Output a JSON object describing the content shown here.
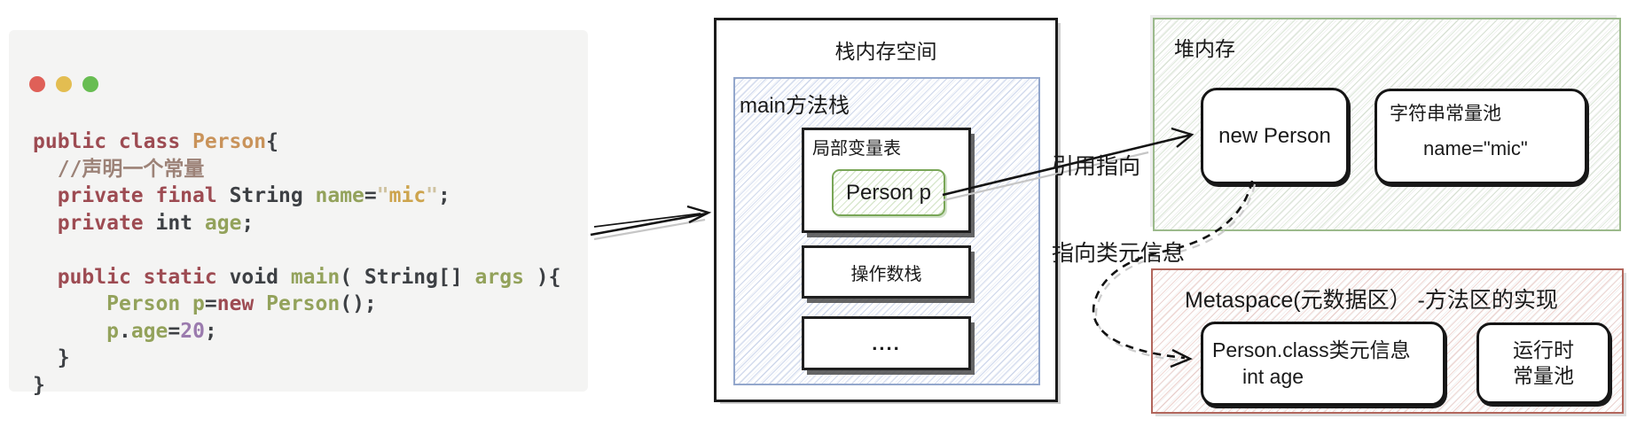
{
  "window": {
    "dots": [
      {
        "name": "close-button",
        "color": "#df6058"
      },
      {
        "name": "minimize-button",
        "color": "#e3bd51"
      },
      {
        "name": "maximize-button",
        "color": "#68bd52"
      }
    ]
  },
  "code": {
    "lines": [
      [
        {
          "t": "public class ",
          "s": "kw"
        },
        {
          "t": "Person",
          "s": "cls"
        },
        {
          "t": "{",
          "s": "pl"
        }
      ],
      [
        {
          "t": "  ",
          "s": "pl"
        },
        {
          "t": "//声明一个常量",
          "s": "cm"
        }
      ],
      [
        {
          "t": "  ",
          "s": "pl"
        },
        {
          "t": "private final ",
          "s": "kw"
        },
        {
          "t": "String ",
          "s": "ty"
        },
        {
          "t": "name",
          "s": "id"
        },
        {
          "t": "=",
          "s": "pl"
        },
        {
          "t": "\"",
          "s": "sq"
        },
        {
          "t": "mic",
          "s": "st"
        },
        {
          "t": "\"",
          "s": "sq"
        },
        {
          "t": ";",
          "s": "pl"
        }
      ],
      [
        {
          "t": "  ",
          "s": "pl"
        },
        {
          "t": "private ",
          "s": "kw"
        },
        {
          "t": "int ",
          "s": "ty"
        },
        {
          "t": "age",
          "s": "id"
        },
        {
          "t": ";",
          "s": "pl"
        }
      ],
      [],
      [
        {
          "t": "  ",
          "s": "pl"
        },
        {
          "t": "public static ",
          "s": "kw"
        },
        {
          "t": "void ",
          "s": "ty"
        },
        {
          "t": "main",
          "s": "id"
        },
        {
          "t": "( ",
          "s": "pl"
        },
        {
          "t": "String[] ",
          "s": "ty"
        },
        {
          "t": "args",
          "s": "id"
        },
        {
          "t": " ){",
          "s": "pl"
        }
      ],
      [
        {
          "t": "      ",
          "s": "pl"
        },
        {
          "t": "Person p",
          "s": "id"
        },
        {
          "t": "=",
          "s": "pl"
        },
        {
          "t": "new ",
          "s": "kw"
        },
        {
          "t": "Person",
          "s": "id"
        },
        {
          "t": "();",
          "s": "pl"
        }
      ],
      [
        {
          "t": "      ",
          "s": "pl"
        },
        {
          "t": "p",
          "s": "id"
        },
        {
          "t": ".",
          "s": "pl"
        },
        {
          "t": "age",
          "s": "id"
        },
        {
          "t": "=",
          "s": "pl"
        },
        {
          "t": "20",
          "s": "nu"
        },
        {
          "t": ";",
          "s": "pl"
        }
      ],
      [
        {
          "t": "  }",
          "s": "pl"
        }
      ],
      [
        {
          "t": "}",
          "s": "pl"
        }
      ]
    ]
  },
  "stack": {
    "title": "栈内存空间",
    "main_frame": "main方法栈",
    "lvt_title": "局部变量表",
    "person_p": "Person p",
    "operand_stack": "操作数栈",
    "more": "...."
  },
  "heap": {
    "title": "堆内存",
    "new_person": "new Person",
    "string_pool": {
      "title": "字符串常量池",
      "value": "name=\"mic\""
    }
  },
  "metaspace": {
    "title": "Metaspace(元数据区） -方法区的实现",
    "class_info": {
      "line1": "Person.class类元信息",
      "line2": "int age"
    },
    "runtime_pool": {
      "line1": "运行时",
      "line2": "常量池"
    }
  },
  "labels": {
    "reference": "引用指向",
    "meta_info": "指向类元信息"
  },
  "colors": {
    "code_bg": "#f4f4f3",
    "keyword": "#9d4b52",
    "identifier": "#93a25b",
    "string": "#cda44d",
    "number": "#9b7bae",
    "stack_inner_border": "#93a7cc",
    "heap_border": "#9cba8c",
    "metaspace_border": "#b2665c",
    "person_p_border": "#79a657"
  }
}
